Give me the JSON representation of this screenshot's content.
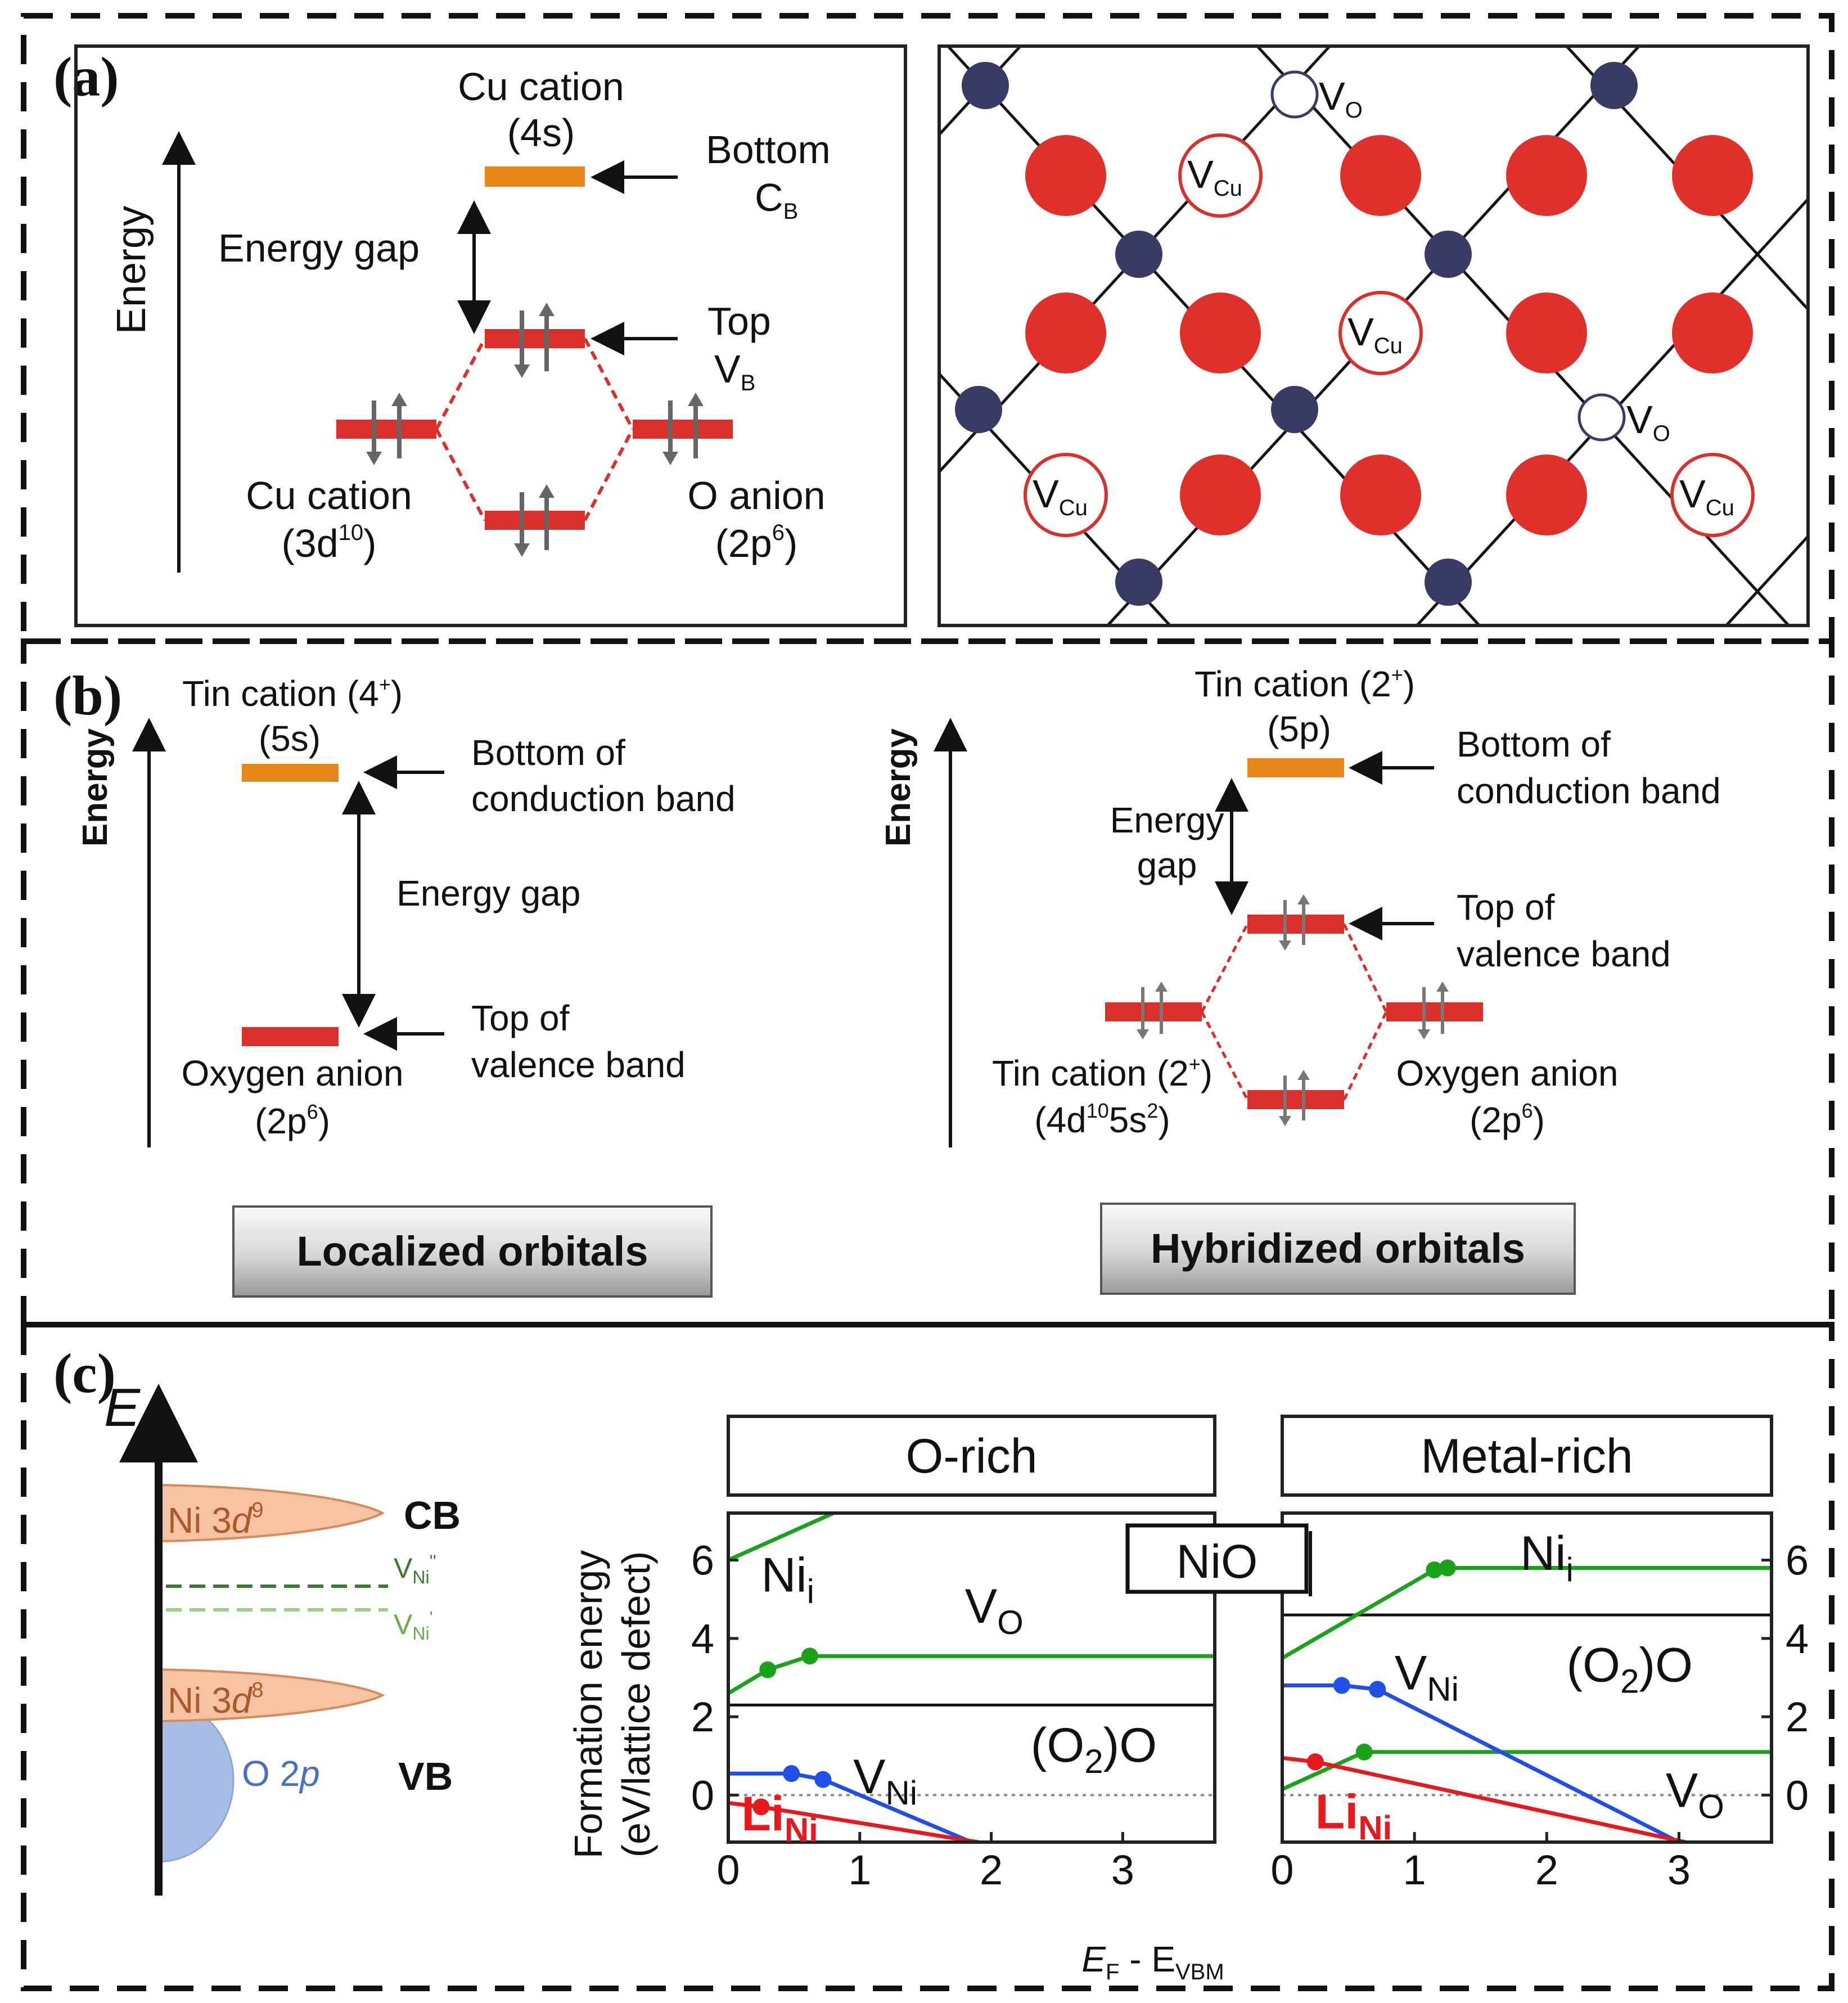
{
  "panel_a": {
    "tag": "(a)",
    "energy_axis": "Energy",
    "cu_cation_top": "Cu cation",
    "cu_4s": "(4s)",
    "bottom": "Bottom",
    "cb_main": "C",
    "cb_sub": "B",
    "energy_gap": "Energy gap",
    "top": "Top",
    "vb_main": "V",
    "vb_sub": "B",
    "cu_cation_left": "Cu cation",
    "cu_3d_main": "(3d",
    "cu_3d_sup": "10",
    "cu_3d_close": ")",
    "o_anion": "O anion",
    "o_2p_main": "(2p",
    "o_2p_sup": "6",
    "o_2p_close": ")",
    "vo_main": "V",
    "vo_sub": "O",
    "vcu_main": "V",
    "vcu_sub": "Cu"
  },
  "panel_b": {
    "tag": "(b)",
    "energy_axis": "Energy",
    "left": {
      "tin_title": "Tin cation (4",
      "tin_sup": "+",
      "tin_close": ")",
      "tin_orbital": "(5s)",
      "cb_line1": "Bottom of",
      "cb_line2": "conduction band",
      "energy_gap": "Energy gap",
      "vb_line1": "Top of",
      "vb_line2": "valence band",
      "oxygen_anion": "Oxygen anion",
      "o_2p_main": "(2p",
      "o_2p_sup": "6",
      "o_2p_close": ")",
      "box_label": "Localized orbitals"
    },
    "right": {
      "tin_title": "Tin cation (2",
      "tin_sup": "+",
      "tin_close": ")",
      "tin_orbital": "(5p)",
      "cb_line1": "Bottom of",
      "cb_line2": "conduction band",
      "gap_line1": "Energy",
      "gap_line2": "gap",
      "vb_line1": "Top of",
      "vb_line2": "valence band",
      "tin_low_title": "Tin cation (2",
      "tin_low_sup": "+",
      "tin_low_close": ")",
      "tin_low_cfg_a": "(4d",
      "tin_low_cfg_sup1": "10",
      "tin_low_cfg_b": "5s",
      "tin_low_cfg_sup2": "2",
      "tin_low_cfg_close": ")",
      "oxygen_anion": "Oxygen anion",
      "o_2p_main": "(2p",
      "o_2p_sup": "6",
      "o_2p_close": ")",
      "box_label": "Hybridized orbitals"
    }
  },
  "panel_c": {
    "tag": "(c)",
    "e_axis": "E",
    "ni3d9_main": "Ni 3",
    "ni3d9_d": "d",
    "ni3d9_sup": "9",
    "cb": "CB",
    "vni2_main": "V",
    "vni2_sub": "Ni",
    "vni2_sup": "''",
    "vni1_main": "V",
    "vni1_sub": "Ni",
    "vni1_sup": "'",
    "ni3d8_main": "Ni 3",
    "ni3d8_d": "d",
    "ni3d8_sup": "8",
    "o2p_main": "O 2",
    "o2p_p": "p",
    "vb": "VB",
    "colors": {
      "orange_fill": "#f6c3a2",
      "orange_stroke": "#d98a5b",
      "o2p_fill": "#a7bde6",
      "o2p_text": "#4a6fc2",
      "defect_dark": "#3d7a2e",
      "defect_light": "#7dbf5f"
    }
  },
  "chart_data": {
    "type": "line",
    "ylabel_line1": "Formation energy",
    "ylabel_line2": "(eV/lattice defect)",
    "xlabel_main": "E",
    "xlabel_sub_f": "F",
    "xlabel_mid": " - E",
    "xlabel_sub_vbm": "VBM",
    "center_label": "NiO",
    "ylim": [
      -1.2,
      7.2
    ],
    "yticks": [
      6,
      4,
      2,
      0
    ],
    "colors": {
      "Ni_i": "#1aa31a",
      "V_O": "#1aa31a",
      "V_Ni": "#1f4fe6",
      "Li_Ni": "#e6191e"
    },
    "panels": [
      {
        "title": "O-rich",
        "xlim": [
          0,
          3.7
        ],
        "xticks": [
          0,
          1,
          2,
          3
        ],
        "divider_y": 2.3,
        "series": [
          {
            "name": "Ni_i",
            "color_key": "Ni_i",
            "points": [
              [
                0,
                6.0
              ],
              [
                0.8,
                7.2
              ]
            ],
            "markers": []
          },
          {
            "name": "V_O",
            "color_key": "V_O",
            "points": [
              [
                0,
                2.6
              ],
              [
                0.3,
                3.2
              ],
              [
                0.62,
                3.55
              ],
              [
                3.7,
                3.55
              ]
            ],
            "markers": [
              [
                0.3,
                3.2
              ],
              [
                0.62,
                3.55
              ]
            ]
          },
          {
            "name": "V_Ni",
            "color_key": "V_Ni",
            "points": [
              [
                0,
                0.55
              ],
              [
                0.48,
                0.55
              ],
              [
                0.72,
                0.4
              ],
              [
                1.85,
                -1.2
              ]
            ],
            "markers": [
              [
                0.48,
                0.55
              ],
              [
                0.72,
                0.4
              ]
            ]
          },
          {
            "name": "Li_Ni",
            "color_key": "Li_Ni",
            "points": [
              [
                0,
                -0.2
              ],
              [
                0.25,
                -0.3
              ],
              [
                1.9,
                -1.2
              ]
            ],
            "markers": [
              [
                0.25,
                -0.3
              ]
            ]
          }
        ],
        "labels": [
          {
            "main": "Ni",
            "sub": "i",
            "color_key": "",
            "x": 0.25,
            "y": 5.2
          },
          {
            "main": "V",
            "sub": "O",
            "color_key": "",
            "x": 1.8,
            "y": 4.4
          },
          {
            "main": "V",
            "sub": "Ni",
            "color_key": "",
            "x": 0.95,
            "y": 0.05
          },
          {
            "main": "(O",
            "sub": "2",
            "tail": ")O",
            "color_key": "",
            "x": 2.3,
            "y": 0.85
          },
          {
            "main": "Li",
            "sub": "Ni",
            "color_key": "Li_Ni",
            "x": 0.1,
            "y": -0.9
          }
        ]
      },
      {
        "title": "Metal-rich",
        "xlim": [
          0,
          3.7
        ],
        "xticks": [
          0,
          1,
          2,
          3
        ],
        "divider_y": 4.6,
        "series": [
          {
            "name": "Ni_i",
            "color_key": "Ni_i",
            "points": [
              [
                0,
                3.5
              ],
              [
                1.15,
                5.75
              ],
              [
                1.25,
                5.8
              ],
              [
                3.7,
                5.8
              ]
            ],
            "markers": [
              [
                1.15,
                5.75
              ],
              [
                1.25,
                5.8
              ]
            ]
          },
          {
            "name": "V_O",
            "color_key": "V_O",
            "points": [
              [
                0,
                0.15
              ],
              [
                0.62,
                1.1
              ],
              [
                3.7,
                1.1
              ]
            ],
            "markers": [
              [
                0.62,
                1.1
              ]
            ]
          },
          {
            "name": "V_Ni",
            "color_key": "V_Ni",
            "points": [
              [
                0,
                2.8
              ],
              [
                0.45,
                2.8
              ],
              [
                0.72,
                2.7
              ],
              [
                3.0,
                -1.2
              ]
            ],
            "markers": [
              [
                0.45,
                2.8
              ],
              [
                0.72,
                2.7
              ]
            ]
          },
          {
            "name": "Li_Ni",
            "color_key": "Li_Ni",
            "points": [
              [
                0,
                0.95
              ],
              [
                0.25,
                0.85
              ],
              [
                3.05,
                -1.2
              ]
            ],
            "markers": [
              [
                0.25,
                0.85
              ]
            ]
          }
        ],
        "labels": [
          {
            "main": "Ni",
            "sub": "i",
            "color_key": "",
            "x": 1.8,
            "y": 5.75
          },
          {
            "main": "V",
            "sub": "Ni",
            "color_key": "",
            "x": 0.85,
            "y": 2.7
          },
          {
            "main": "(O",
            "sub": "2",
            "tail": ")O",
            "color_key": "",
            "x": 2.15,
            "y": 2.9
          },
          {
            "main": "V",
            "sub": "O",
            "color_key": "",
            "x": 2.9,
            "y": -0.3
          },
          {
            "main": "Li",
            "sub": "Ni",
            "color_key": "Li_Ni",
            "x": 0.25,
            "y": -0.85
          }
        ]
      }
    ]
  }
}
